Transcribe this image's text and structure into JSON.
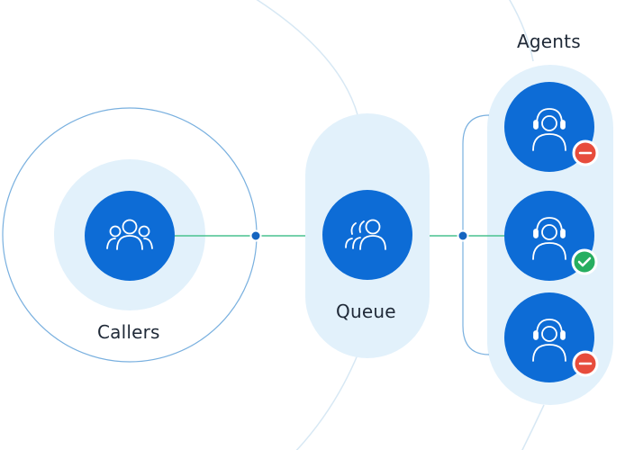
{
  "labels": {
    "callers": "Callers",
    "queue": "Queue",
    "agents": "Agents"
  },
  "agents": [
    {
      "status": "unavailable",
      "badge_icon": "minus-icon",
      "badge_color": "#e74c3c"
    },
    {
      "status": "available",
      "badge_icon": "check-icon",
      "badge_color": "#27ae60"
    },
    {
      "status": "unavailable",
      "badge_icon": "minus-icon",
      "badge_color": "#e74c3c"
    }
  ],
  "colors": {
    "node_blue": "#0d6cd6",
    "light_blue": "#e2f1fb",
    "ring": "#79b0df",
    "connector": "#49c28f",
    "dot": "#1565c0",
    "faint_line": "#d7e8f4"
  }
}
